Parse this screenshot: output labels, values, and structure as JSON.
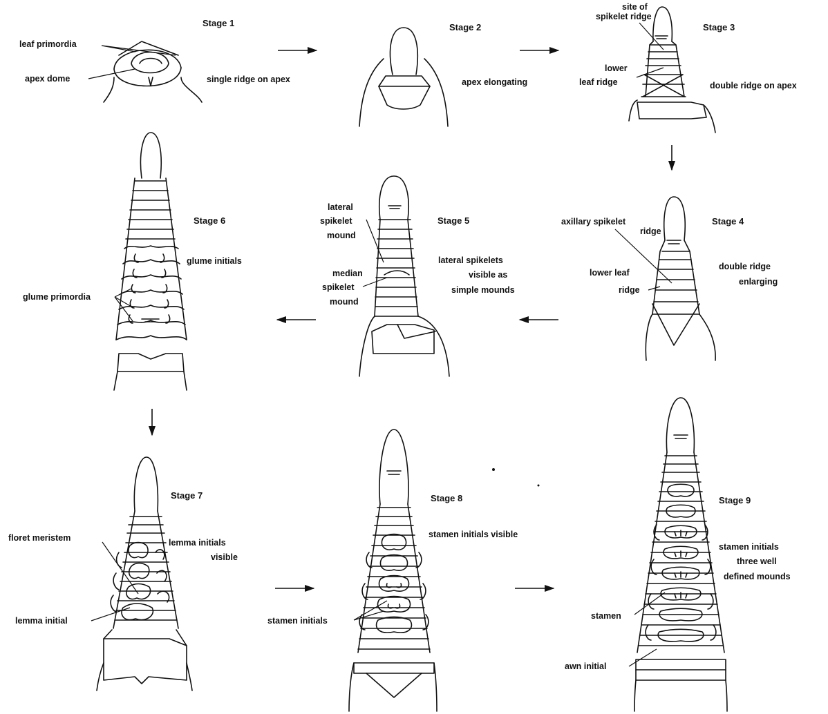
{
  "stages": [
    {
      "id": 1,
      "title": "Stage 1",
      "labels": {
        "leaf_primordia": "leaf primordia",
        "apex_dome": "apex dome",
        "desc": "single ridge on apex"
      }
    },
    {
      "id": 2,
      "title": "Stage 2",
      "labels": {
        "desc": "apex elongating"
      }
    },
    {
      "id": 3,
      "title": "Stage 3",
      "labels": {
        "site_1": "site of",
        "site_2": "spikelet ridge",
        "lower_1": "lower",
        "lower_2": "leaf ridge",
        "desc": "double ridge on apex"
      }
    },
    {
      "id": 4,
      "title": "Stage 4",
      "labels": {
        "axillary_1": "axillary spikelet",
        "axillary_2": "ridge",
        "lower_1": "lower leaf",
        "lower_2": "ridge",
        "desc_1": "double ridge",
        "desc_2": "enlarging"
      }
    },
    {
      "id": 5,
      "title": "Stage 5",
      "labels": {
        "lateral_1": "lateral",
        "lateral_2": "spikelet",
        "lateral_3": "mound",
        "median_1": "median",
        "median_2": "spikelet",
        "median_3": "mound",
        "desc_1": "lateral spikelets",
        "desc_2": "visible as",
        "desc_3": "simple mounds"
      }
    },
    {
      "id": 6,
      "title": "Stage 6",
      "labels": {
        "desc": "glume initials",
        "glume_primordia": "glume primordia"
      }
    },
    {
      "id": 7,
      "title": "Stage 7",
      "labels": {
        "floret": "floret meristem",
        "desc_1": "lemma initials",
        "desc_2": "visible",
        "lemma": "lemma initial"
      }
    },
    {
      "id": 8,
      "title": "Stage 8",
      "labels": {
        "desc": "stamen initials visible",
        "stamen": "stamen initials"
      }
    },
    {
      "id": 9,
      "title": "Stage 9",
      "labels": {
        "desc_1": "stamen initials",
        "desc_2": "three well",
        "desc_3": "defined mounds",
        "stamen": "stamen",
        "awn": "awn initial"
      }
    }
  ]
}
